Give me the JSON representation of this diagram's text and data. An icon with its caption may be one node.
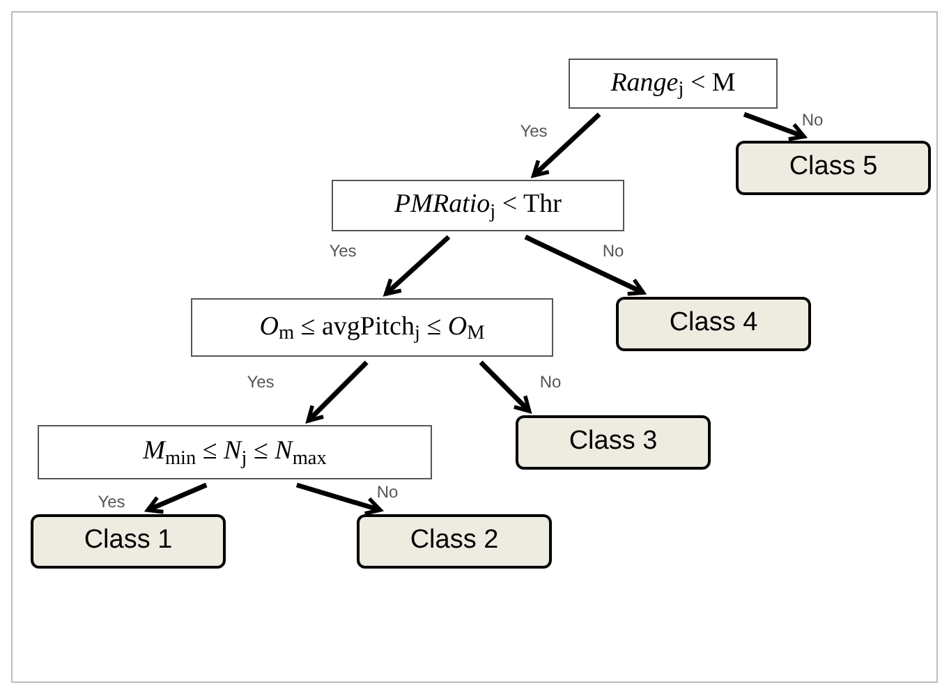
{
  "diagram": {
    "nodes": [
      {
        "text": [
          "*Range*$_{j}$ < M"
        ]
      },
      {
        "text": [
          "Class 5"
        ]
      },
      {
        "text": [
          "*PMRatio*$_{j}$ < Thr"
        ]
      },
      {
        "text": [
          "Class 4"
        ]
      },
      {
        "text": [
          "*O*$_{m}$ ≤ avgPitch$_{j}$ ≤ *O*$_{M}$"
        ]
      },
      {
        "text": [
          "Class 3"
        ]
      },
      {
        "text": [
          "*M*$_{min}$ ≤ *N*$_{j}$ ≤ *N*$_{max}$"
        ]
      },
      {
        "text": [
          "Class 1"
        ]
      },
      {
        "text": [
          "Class 2"
        ]
      }
    ],
    "edges": [
      {
        "from": 0,
        "to": 2,
        "arrow": "to",
        "label": "Yes"
      },
      {
        "from": 0,
        "to": 1,
        "arrow": "to",
        "label": "No"
      },
      {
        "from": 2,
        "to": 4,
        "arrow": "to",
        "label": "Yes"
      },
      {
        "from": 2,
        "to": 3,
        "arrow": "to",
        "label": "No"
      },
      {
        "from": 4,
        "to": 6,
        "arrow": "to",
        "label": "Yes"
      },
      {
        "from": 4,
        "to": 5,
        "arrow": "to",
        "label": "No"
      },
      {
        "from": 6,
        "to": 7,
        "arrow": "to",
        "label": "Yes"
      },
      {
        "from": 6,
        "to": 8,
        "arrow": "to",
        "label": "No"
      }
    ]
  }
}
